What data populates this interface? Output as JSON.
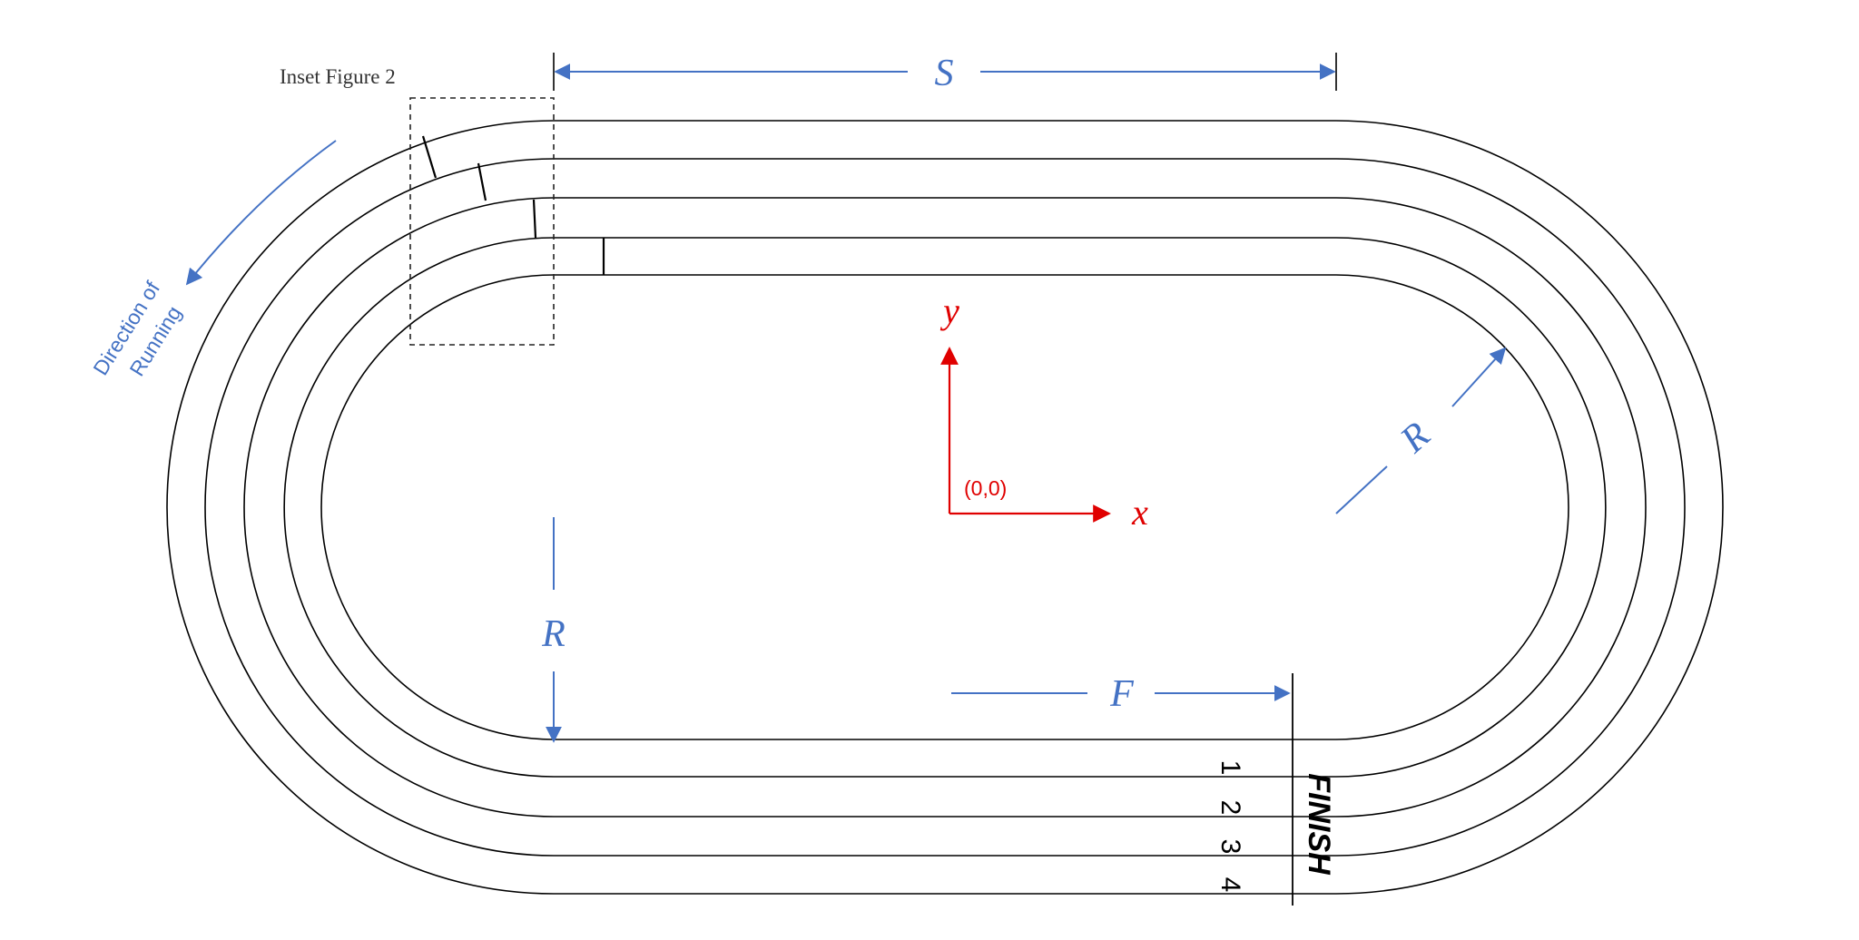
{
  "figure": {
    "inset_label": "Inset Figure 2",
    "straight_label": "S",
    "radius_label": "R",
    "finish_offset_label": "F",
    "direction_label_line1": "Direction of",
    "direction_label_line2": "Running",
    "y_axis_label": "y",
    "x_axis_label": "x",
    "origin_label": "(0,0)",
    "finish_label": "FINISH",
    "lane_numbers": [
      "1",
      "2",
      "3",
      "4"
    ]
  },
  "colors": {
    "annotation_blue": "#4472c4",
    "axis_red": "#e00000",
    "track_black": "#000000"
  }
}
